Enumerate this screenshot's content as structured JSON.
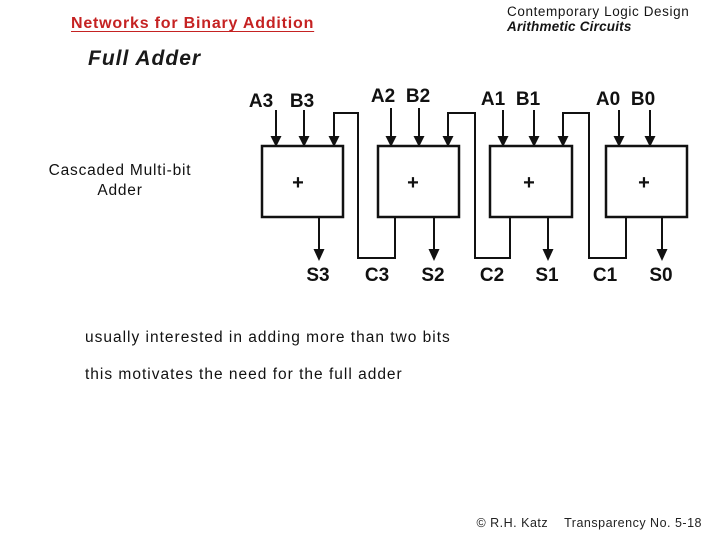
{
  "colors": {
    "background": "#ffffff",
    "title_red": "#c52222",
    "text": "#1a1a1a",
    "diagram_ink": "#111111"
  },
  "header": {
    "course": "Contemporary Logic Design",
    "section": "Arithmetic Circuits"
  },
  "slide": {
    "title": "Networks for Binary Addition",
    "subtitle": "Full Adder",
    "diagram_caption": [
      "Cascaded Multi-bit",
      "Adder"
    ],
    "notes": [
      "usually interested in adding more than two bits",
      "this motivates the need for the full adder"
    ]
  },
  "diagram": {
    "units": [
      {
        "a": "A3",
        "b": "B3",
        "op": "+",
        "sum": "S3"
      },
      {
        "a": "A2",
        "b": "B2",
        "op": "+",
        "sum": "S2"
      },
      {
        "a": "A1",
        "b": "B1",
        "op": "+",
        "sum": "S1"
      },
      {
        "a": "A0",
        "b": "B0",
        "op": "+",
        "sum": "S0"
      }
    ],
    "carries": [
      "C3",
      "C2",
      "C1"
    ]
  },
  "footer": {
    "copyright": "© R.H. Katz",
    "transparency": "Transparency No. 5-18"
  }
}
